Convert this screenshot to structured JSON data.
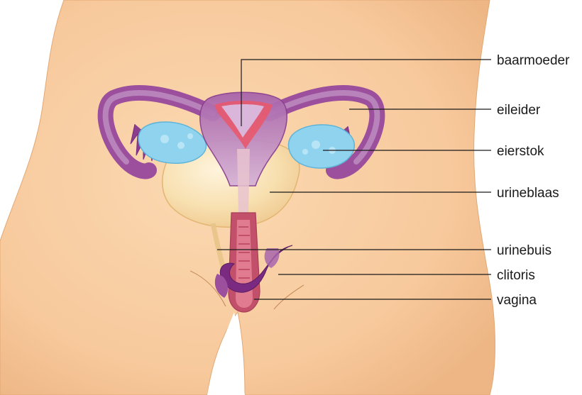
{
  "labels": {
    "baarmoeder": "baarmoeder",
    "eileider": "eileider",
    "eierstok": "eierstok",
    "urineblaas": "urineblaas",
    "urinebuis": "urinebuis",
    "clitoris": "clitoris",
    "vagina": "vagina"
  },
  "colors": {
    "skin": "#f7c99c",
    "skin_shadow": "#e9b282",
    "uterus": "#9b4f9c",
    "uterus_light": "#c59ac8",
    "endometrium": "#e8596e",
    "ovary": "#8fd3ef",
    "bladder": "#f3d9a0",
    "vagina": "#c2506a",
    "clitoris": "#7a2a80",
    "line": "#1a1a1a"
  }
}
